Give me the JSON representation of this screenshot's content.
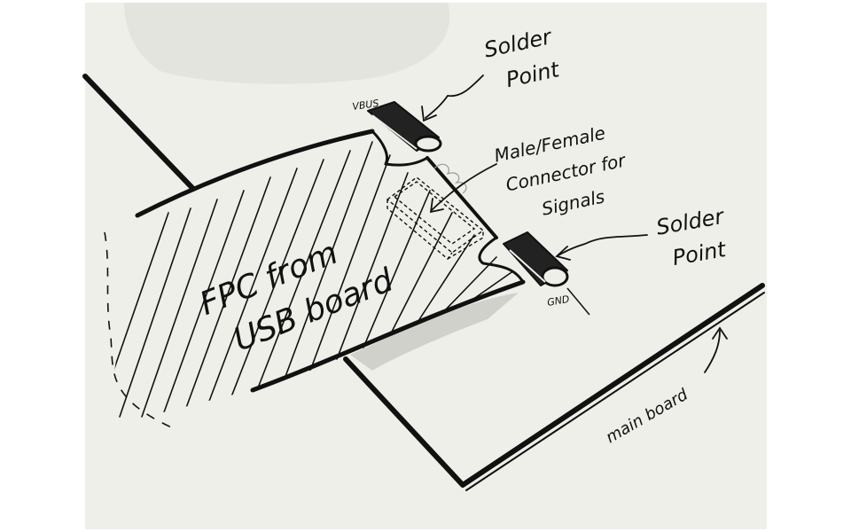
{
  "labels": {
    "solder_top": [
      "Solder",
      "Point"
    ],
    "solder_right": [
      "Solder",
      "Point"
    ],
    "connector": [
      "Male/Female",
      "Connector for",
      "Signals"
    ],
    "fpc": [
      "FPC from",
      "USB board"
    ],
    "main_board": "main board",
    "vbus": "VBUS",
    "gnd": "GND"
  },
  "colors": {
    "paper": "#efefe9",
    "ink": "#111111",
    "pencil_shade": "#c9c9c4"
  }
}
